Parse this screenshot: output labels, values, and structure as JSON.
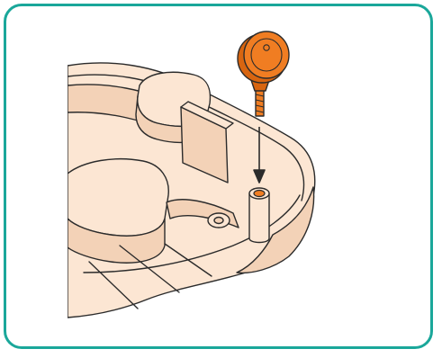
{
  "figure": {
    "frame_color": "#1aa79a",
    "part_fill": "#fce6d3",
    "part_shade": "#f3d2b7",
    "line_color": "#2b2b2b",
    "screw_fill": "#f07d22",
    "screw_shade": "#d86510",
    "icons": [
      "instrument-base-shell",
      "knob-screw",
      "insert-direction-arrow",
      "screw-hole"
    ]
  }
}
